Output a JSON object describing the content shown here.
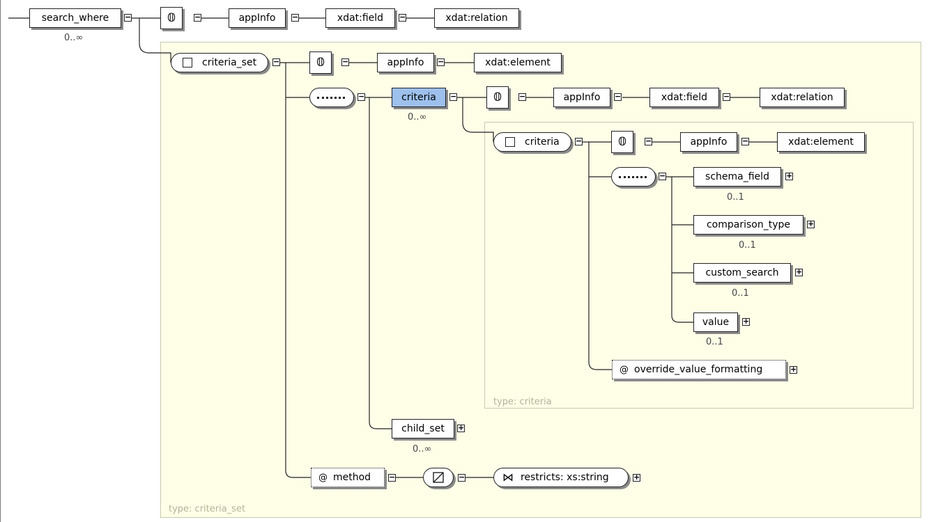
{
  "nodes": {
    "search_where": "search_where",
    "appinfo": "appInfo",
    "xdat_field": "xdat:field",
    "xdat_relation": "xdat:relation",
    "xdat_element": "xdat:element",
    "criteria_set": "criteria_set",
    "criteria": "criteria",
    "schema_field": "schema_field",
    "comparison_type": "comparison_type",
    "custom_search": "custom_search",
    "value": "value",
    "override_value_formatting": "override_value_formatting",
    "child_set": "child_set",
    "method": "method",
    "restricts": "restricts: xs:string"
  },
  "cardinality": {
    "zero_many": "0..∞",
    "zero_one": "0..1"
  },
  "types": {
    "criteria": "type: criteria",
    "criteria_set": "type: criteria_set"
  },
  "glyphs": {
    "annotation": "𝟘",
    "attribute": "@",
    "collapse": "−",
    "expand": "+",
    "restriction": "⋈"
  },
  "colors": {
    "type_box_bg": "#ffffe8",
    "selected_node_bg": "#9dc0ec"
  }
}
